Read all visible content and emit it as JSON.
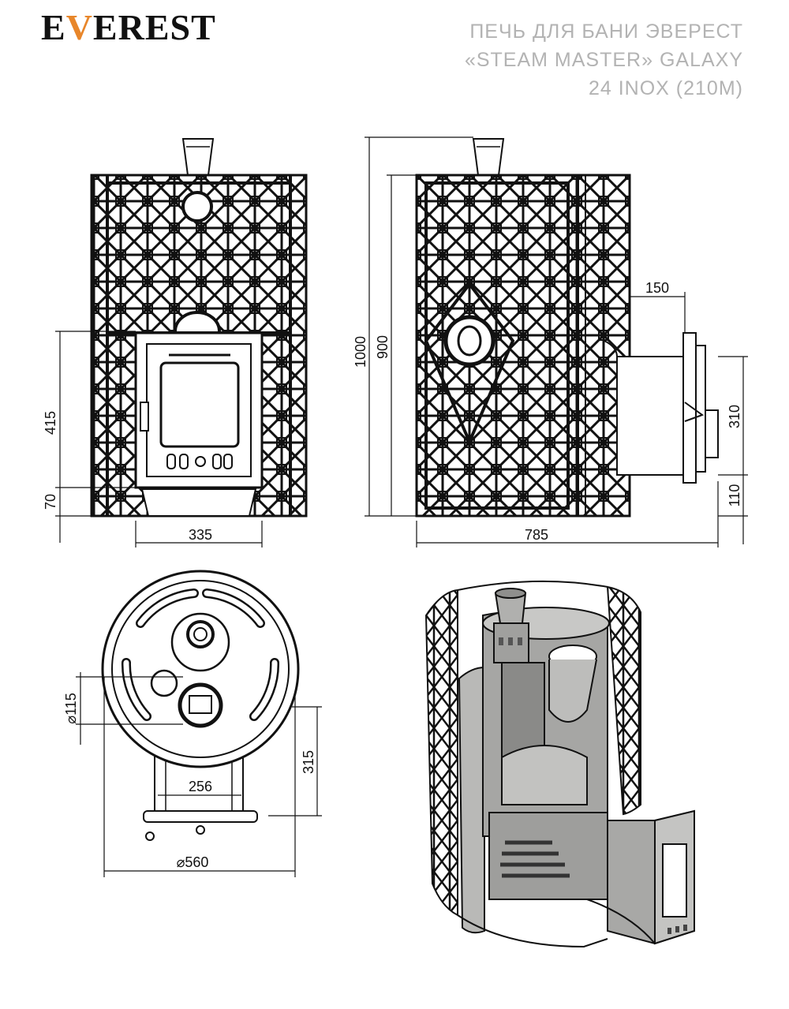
{
  "logo": {
    "text_before": "E",
    "flame_char": "V",
    "text_after": "EREST"
  },
  "title": {
    "line1": "ПЕЧЬ ДЛЯ БАНИ ЭВЕРЕСТ",
    "line2": "«STEAM MASTER» GALAXY",
    "line3": "24 INOX (210M)"
  },
  "dimensions": {
    "front_door_height": "415",
    "front_base_height": "70",
    "front_door_width": "335",
    "side_total_height": "1000",
    "side_body_height": "900",
    "side_tunnel_length": "150",
    "side_tunnel_height": "310",
    "side_tunnel_base": "110",
    "side_total_depth": "785",
    "top_flue_diameter": "⌀115",
    "top_tunnel_depth": "315",
    "top_tunnel_width": "256",
    "top_body_diameter": "⌀560"
  },
  "colors": {
    "line": "#111111",
    "accent": "#e8862a",
    "title": "#b3b3b3",
    "cutaway_fill": "#9a9a98"
  }
}
